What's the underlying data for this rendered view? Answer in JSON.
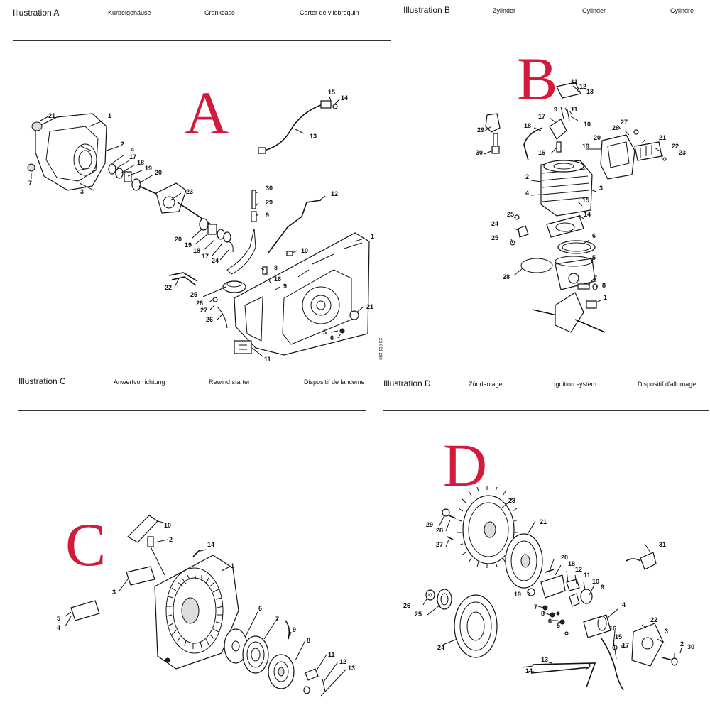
{
  "panels": {
    "a": {
      "title": "Illustration  A",
      "de": "Kurbelgehäuse",
      "en": "Crankcase",
      "fr": "Carter de vilebrequin",
      "letter": "A",
      "code": "2S 001 280"
    },
    "b": {
      "title": "Illustration  B",
      "de": "Zylinder",
      "en": "Cylinder",
      "fr": "Cylindre",
      "letter": "B"
    },
    "c": {
      "title": "Illustration  C",
      "de": "Anwerfvorrichtung",
      "en": "Rewind starter",
      "fr": "Dispositif de lanceme",
      "letter": "C"
    },
    "d": {
      "title": "Illustration  D",
      "de": "Zündanlage",
      "en": "Ignition system",
      "fr": "Dispositif d'allumage",
      "letter": "D"
    }
  },
  "callouts": {
    "a": [
      "21",
      "1",
      "2",
      "4",
      "17",
      "18",
      "19",
      "20",
      "3",
      "7",
      "23",
      "30",
      "29",
      "9",
      "12",
      "20",
      "19",
      "18",
      "17",
      "24",
      "10",
      "8",
      "16",
      "9",
      "1",
      "22",
      "25",
      "28",
      "27",
      "26",
      "21",
      "5",
      "6",
      "11",
      "15",
      "14",
      "13"
    ],
    "b": [
      "11",
      "12",
      "13",
      "9",
      "11",
      "10",
      "17",
      "18",
      "29",
      "16",
      "30",
      "27",
      "26",
      "21",
      "20",
      "22",
      "23",
      "19",
      "2",
      "4",
      "3",
      "15",
      "14",
      "25",
      "24",
      "25",
      "6",
      "5",
      "28",
      "7",
      "8",
      "1"
    ],
    "c": [
      "10",
      "2",
      "14",
      "1",
      "3",
      "5",
      "4",
      "6",
      "7",
      "9",
      "8",
      "11",
      "12",
      "13"
    ],
    "d": [
      "23",
      "21",
      "29",
      "28",
      "27",
      "20",
      "18",
      "12",
      "11",
      "10",
      "9",
      "19",
      "7",
      "8",
      "6",
      "26",
      "25",
      "24",
      "5",
      "4",
      "16",
      "15",
      "17",
      "22",
      "3",
      "2",
      "30",
      "13",
      "1",
      "14",
      "31"
    ]
  }
}
